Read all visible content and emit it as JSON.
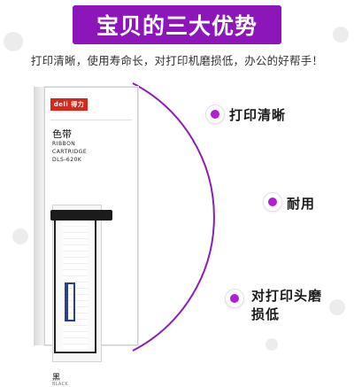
{
  "header": {
    "title": "宝贝的三大优势",
    "subtitle": "打印清晰，使用寿命长，对打印机磨损低，办公的好帮手！"
  },
  "product": {
    "brand": "deli 得力",
    "name": "色带",
    "line1": "RIBBON",
    "line2": "CARTRIDGE",
    "model": "DLS-620K",
    "color_label": "黑",
    "color_sub": "BLACK"
  },
  "features": [
    {
      "label": "打印清晰"
    },
    {
      "label": "耐用"
    },
    {
      "label": "对打印头磨损低"
    }
  ],
  "colors": {
    "accent": "#8c16b9",
    "dot": "#b01fd1",
    "arc": "#8a1db8",
    "brand_red": "#d8281c"
  }
}
